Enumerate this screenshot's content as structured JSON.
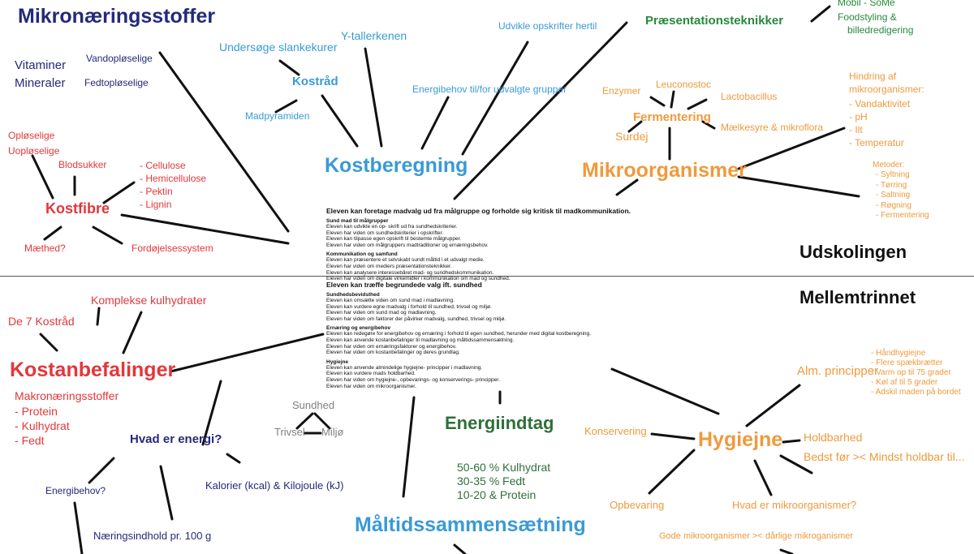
{
  "stages": {
    "upper": "Udskolingen",
    "middle": "Mellemtrinnet"
  },
  "mikronaering": {
    "title": "Mikronæringsstoffer",
    "vit": "Vitaminer",
    "min": "Mineraler",
    "vand": "Vandopløselige",
    "fedt": "Fedtopløselige"
  },
  "kostraad": {
    "title": "Kostråd",
    "slank": "Undersøge slankekurer",
    "y": "Y-tallerkenen",
    "pyr": "Madpyramiden"
  },
  "opskrifter": "Udvikle opskrifter hertil",
  "energibehov_grp": "Energibehov til/for udvalgte grupper",
  "kostberegning": "Kostberegning",
  "kostfibre": {
    "title": "Kostfibre",
    "oploselige": "Opløselige",
    "uoploselige": "Uopløselige",
    "blodsukker": "Blodsukker",
    "maethed": "Mæthed?",
    "fordojelse": "Fordøjelsessystem",
    "items": [
      "Cellulose",
      "Hemicellulose",
      "Pektin",
      "Lignin"
    ]
  },
  "praesentation": {
    "title": "Præsentationsteknikker",
    "items": [
      "Mobil - SoMe",
      "Foodstyling &",
      "billedredigering"
    ]
  },
  "fermentering": {
    "title": "Fermentering",
    "enzymer": "Enzymer",
    "leuco": "Leuconostoc",
    "lacto": "Lactobacillus",
    "surdej": "Surdej",
    "maelk": "Mælkesyre & mikroflora"
  },
  "mikroorg": {
    "title": "Mikroorganismer"
  },
  "hindring": {
    "title": "Hindring af",
    "title2": "mikroorganismer:",
    "items": [
      "Vandaktivitet",
      "pH",
      "Ilt",
      "Temperatur"
    ]
  },
  "metoder": {
    "title": "Metoder:",
    "items": [
      "Syltning",
      "Tørring",
      "Saltning",
      "Røgning",
      "Fermentering"
    ]
  },
  "upper_panel": {
    "head": "Eleven kan foretage madvalg ud fra målgruppe og forholde sig kritisk til madkommunikation.",
    "sections": [
      {
        "title": "Sund mad til målgrupper",
        "lines": [
          "Eleven kan udvikle en op- skrift ud fra sundhedskriterier.",
          "Eleven har viden om sundhedskriterier i opskrifter.",
          "Eleven kan tilpasse egen opskrift til bestemte målgrupper.",
          "Eleven har viden om målgruppers madtraditioner og ernæringsbehov."
        ]
      },
      {
        "title": "Kommunikation og samfund",
        "lines": [
          "Eleven kan præsentere et selvskabt sundt måltid i et udvalgt medie.",
          "Eleven har viden om mediers præsentationsteknikker.",
          "Eleven kan analysere interessebåret mad- og sundhedskommunikation.",
          "Eleven har viden om digitale virkemidler i kommunikation om mad og sundhed."
        ]
      }
    ]
  },
  "lower_panel": {
    "head": "Eleven kan træffe begrundede valg ift. sundhed",
    "sections": [
      {
        "title": "Sundhedsbevidsthed",
        "lines": [
          "Eleven kan omsætte viden om sund mad i madlavning.",
          "Eleven kan vurdere egne madvalg i forhold til sundhed, trivsel og miljø.",
          "Eleven har viden om sund mad og madlavning.",
          "Eleven har viden om faktorer der påvirker madvalg, sundhed, trivsel og miljø."
        ]
      },
      {
        "title": "Ernæring og energibehov",
        "lines": [
          "Eleven kan redegøre for energibehov og ernæring i forhold til egen sundhed, herunder med digital kostberegning.",
          "Eleven kan anvende kostanbefalinger til madlavning og måltidssammensætning.",
          "Eleven har viden om ernæringsfaktorer og energibehov.",
          "Eleven har viden om kostanbefalinger og deres grundlag."
        ]
      },
      {
        "title": "Hygiejne",
        "lines": [
          "Eleven kan anvende almindelige hygiejne- principper i madlavning.",
          "Eleven kan vurdere mads holdbarhed.",
          "Eleven har viden om hygiejne-, opbevarings- og konserverings- principper.",
          "Eleven har viden om mikroorganismer."
        ]
      }
    ]
  },
  "kostanbef": {
    "title": "Kostanbefalinger",
    "kompleks": "Komplekse kulhydrater",
    "de7": "De 7 Kostråd",
    "makro": "Makronæringsstoffer",
    "items": [
      "Protein",
      "Kulhydrat",
      "Fedt"
    ]
  },
  "energi": {
    "title": "Hvad er energi?",
    "behov": "Energibehov?",
    "kalorier": "Kalorier (kcal) & Kilojoule (kJ)",
    "naering": "Næringsindhold pr. 100 g"
  },
  "sundhed": {
    "top": "Sundhed",
    "trivsel": "Trivsel",
    "miljo": "Miljø"
  },
  "energiindtag": {
    "title": "Energiindtag",
    "lines": [
      "50-60 % Kulhydrat",
      "30-35 % Fedt",
      "10-20 & Protein"
    ]
  },
  "maaltid": "Måltidssammensætning",
  "hygiejne": {
    "title": "Hygiejne",
    "alm": "Alm. principper",
    "alm_items": [
      "Håndhygiejne",
      "Flere spækbrætter",
      "Varm op til 75 grader",
      "Køl af til 5 grader",
      "Adskil maden på bordet"
    ],
    "konservering": "Konservering",
    "holdbarhed": "Holdbarhed",
    "bedst": "Bedst før >< Mindst holdbar til...",
    "opbevaring": "Opbevaring",
    "hvad": "Hvad er mikroorganismer?",
    "gode": "Gode mikroorganismer >< dårlige mikroganismer"
  },
  "colors": {
    "navy": "#232a7a",
    "blue": "#3a9ad6",
    "red": "#e2373a",
    "green": "#27893c",
    "orange": "#ef9a3c"
  }
}
